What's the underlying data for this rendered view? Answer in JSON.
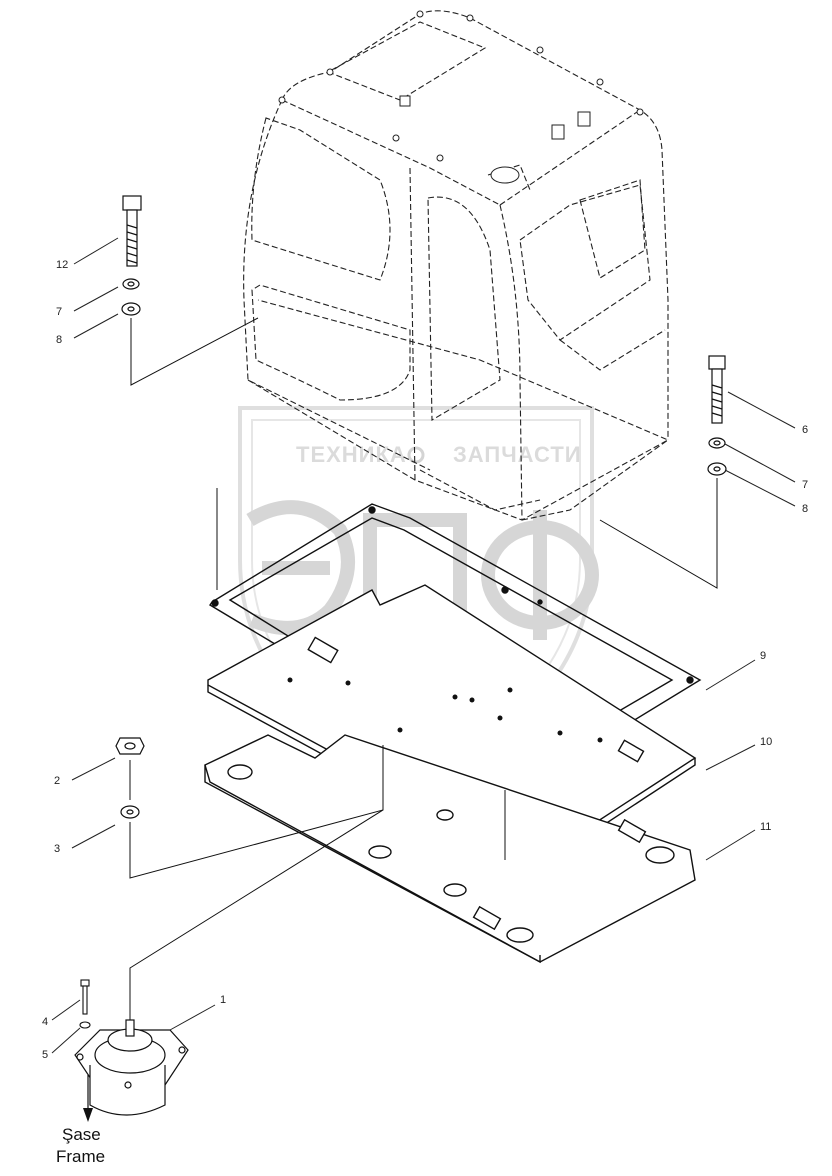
{
  "watermark": {
    "left_text": "ТЕХНИКА",
    "right_text": "ЗАПЧАСТИ",
    "logo_letters": "ЭПФ"
  },
  "callouts": [
    {
      "id": "12",
      "text": "12"
    },
    {
      "id": "7a",
      "text": "7"
    },
    {
      "id": "8a",
      "text": "8"
    },
    {
      "id": "6",
      "text": "6"
    },
    {
      "id": "7b",
      "text": "7"
    },
    {
      "id": "8b",
      "text": "8"
    },
    {
      "id": "9",
      "text": "9"
    },
    {
      "id": "10",
      "text": "10"
    },
    {
      "id": "11",
      "text": "11"
    },
    {
      "id": "2",
      "text": "2"
    },
    {
      "id": "3",
      "text": "3"
    },
    {
      "id": "1",
      "text": "1"
    },
    {
      "id": "4",
      "text": "4"
    },
    {
      "id": "5",
      "text": "5"
    }
  ],
  "frame_label": {
    "line1": "Şase",
    "line2": "Frame"
  }
}
